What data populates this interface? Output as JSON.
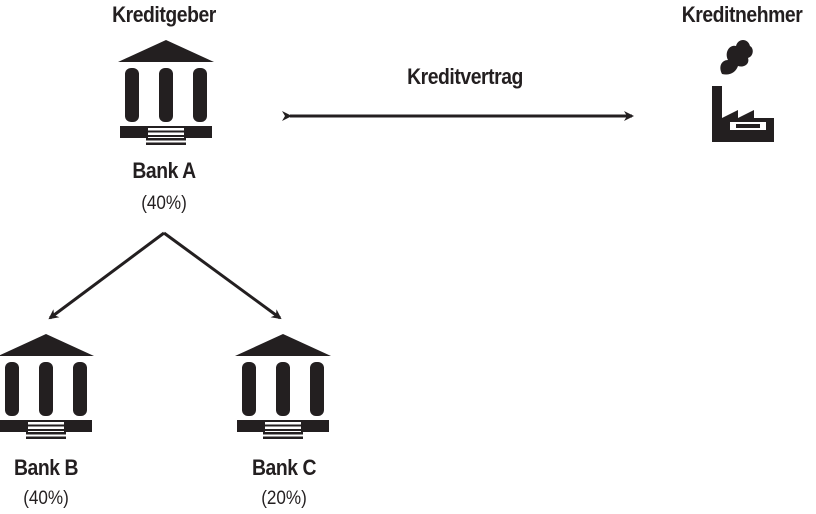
{
  "lender_heading": "Kreditgeber",
  "borrower_heading": "Kreditnehmer",
  "contract_label": "Kreditvertrag",
  "banks": [
    {
      "name": "Bank A",
      "share": "(40%)"
    },
    {
      "name": "Bank B",
      "share": "(40%)"
    },
    {
      "name": "Bank C",
      "share": "(20%)"
    }
  ],
  "icons": {
    "bank": "bank-icon",
    "borrower": "factory-icon"
  },
  "colors": {
    "ink": "#231f20",
    "background": "#ffffff"
  }
}
